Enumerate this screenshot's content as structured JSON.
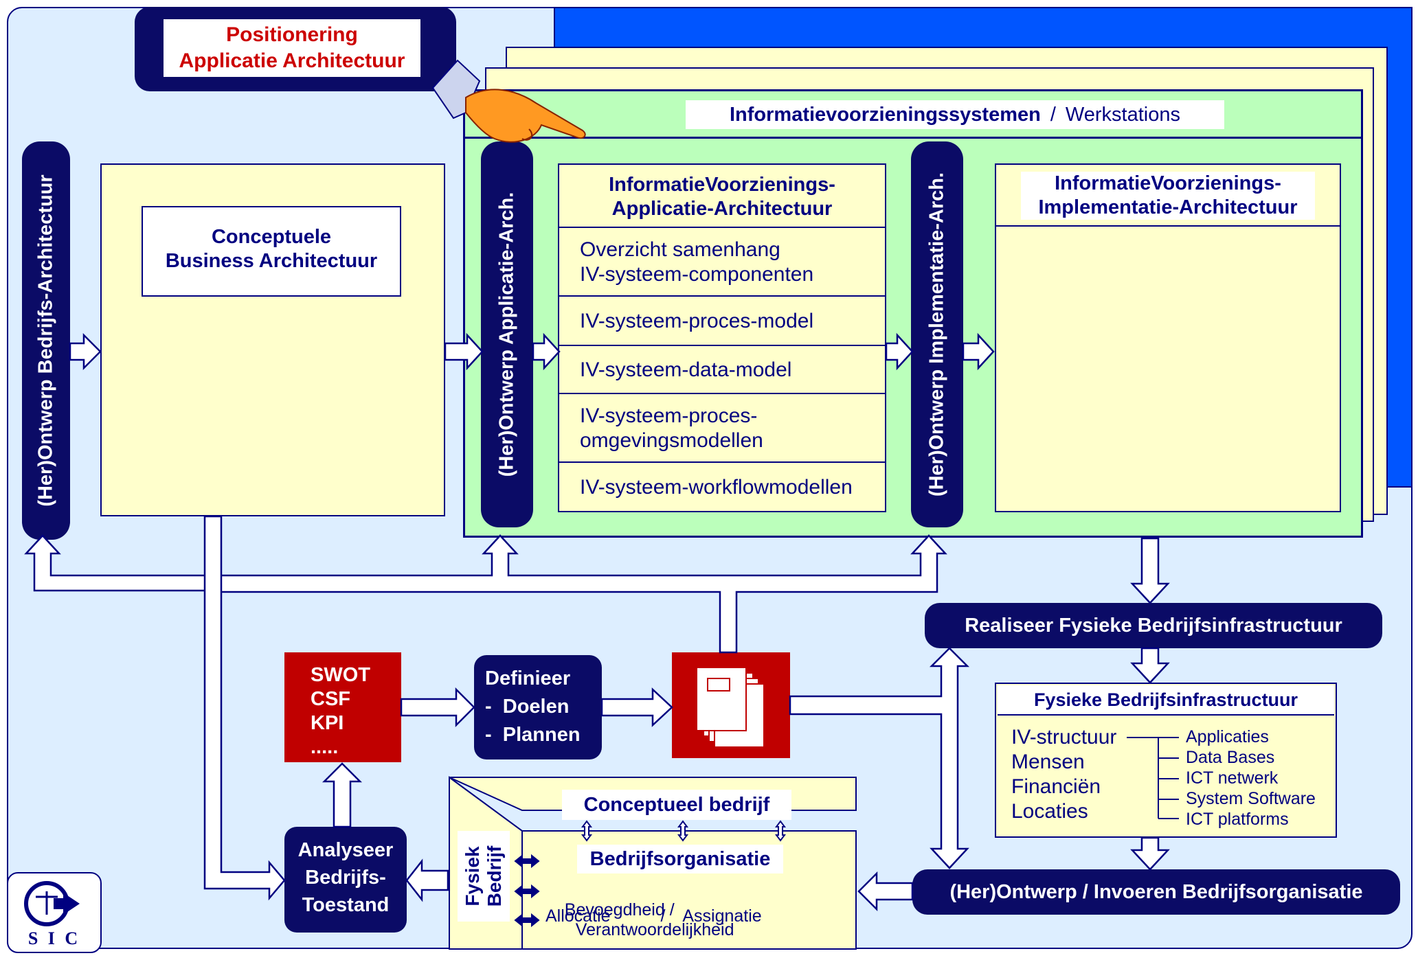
{
  "title_box": {
    "line1": "Positionering",
    "line2": "Applicatie Architectuur"
  },
  "iv_systems": {
    "title_bold": "Informatievoorzieningssystemen",
    "separator": "/",
    "title_rest": "Werkstations"
  },
  "vertical_labels": {
    "bedrijfs": "(Her)Ontwerp Bedrijfs-Architectuur",
    "applicatie": "(Her)Ontwerp Applicatie-Arch.",
    "implementatie": "(Her)Ontwerp Implementatie-Arch."
  },
  "conceptuele": {
    "line1": "Conceptuele",
    "line2": "Business Architectuur"
  },
  "app_arch": {
    "title1": "InformatieVoorzienings-",
    "title2": "Applicatie-Architectuur",
    "rows": [
      {
        "l1": "Overzicht samenhang",
        "l2": "IV-systeem-componenten"
      },
      {
        "l1": "IV-systeem-proces-model",
        "l2": ""
      },
      {
        "l1": "IV-systeem-data-model",
        "l2": ""
      },
      {
        "l1": "IV-systeem-proces-",
        "l2": "omgevingsmodellen"
      },
      {
        "l1": "IV-systeem-workflowmodellen",
        "l2": ""
      }
    ]
  },
  "impl_arch": {
    "title1": "InformatieVoorzienings-",
    "title2": "Implementatie-Architectuur"
  },
  "realiseer": "Realiseer Fysieke Bedrijfsinfrastructuur",
  "fysieke_infra": {
    "title": "Fysieke Bedrijfsinfrastructuur",
    "left": [
      "IV-structuur",
      "Mensen",
      "Financiën",
      "Locaties"
    ],
    "right": [
      "Applicaties",
      "Data Bases",
      "ICT netwerk",
      "System Software",
      "ICT platforms"
    ]
  },
  "swot": [
    "SWOT",
    "CSF",
    "KPI",
    "....."
  ],
  "definieer": [
    "Definieer",
    "-  Doelen",
    "-  Plannen"
  ],
  "analyseer": [
    "Analyseer",
    "Bedrijfs-",
    "Toestand"
  ],
  "concept_bedrijf": {
    "title": "Conceptueel bedrijf",
    "fysiek1": "Fysiek",
    "fysiek2": "Bedrijf",
    "org_title": "Bedrijfsorganisatie",
    "row1a": "Bevoegdheid /",
    "row1b": "Verantwoordelijkheid",
    "row2a": "Allocatie",
    "row2sep": "/",
    "row2b": "Assignatie"
  },
  "herontwerp_org": "(Her)Ontwerp / Invoeren Bedrijfsorganisatie",
  "logo": {
    "text": "S I C"
  },
  "colors": {
    "navy": "#0b0b66",
    "background": "#ddeeff",
    "cream": "#ffffcc",
    "green": "#bbffbb",
    "blue": "#0055ff",
    "red": "#c00000",
    "title_red": "#cc0000"
  }
}
